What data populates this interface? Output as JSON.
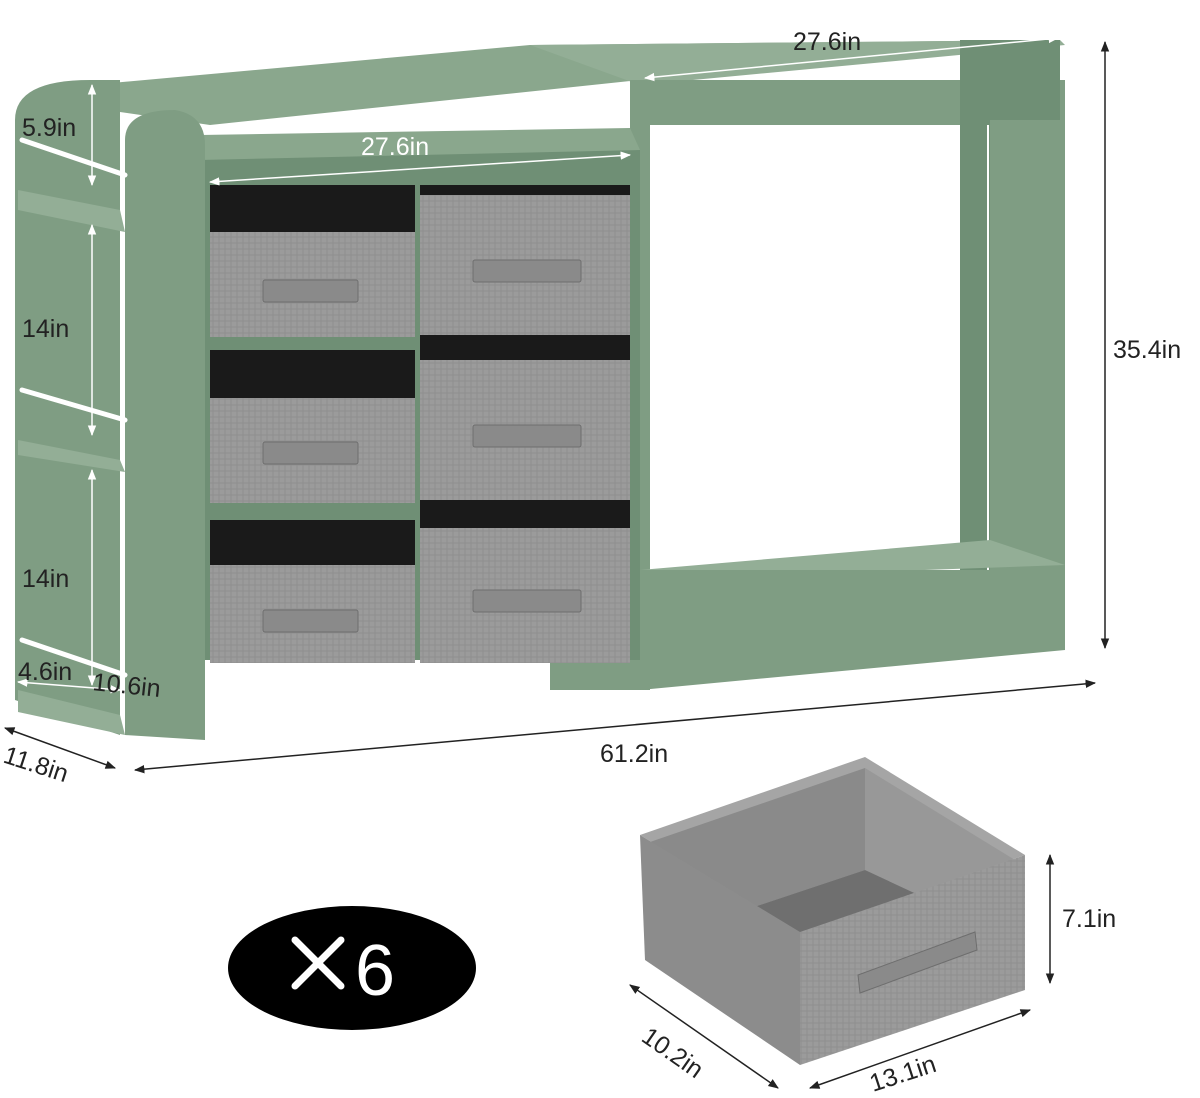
{
  "colors": {
    "frame": "#7f9d83",
    "frame_dark": "#6a8a70",
    "frame_light": "#93ae96",
    "fabric": "#9b9b9b",
    "fabric_dark": "#7e7e7e",
    "bin_inside": "#1a1a1a",
    "rod": "#ffffff",
    "badge": "#000000"
  },
  "icons": {
    "multiply": "multiply-sign-icon"
  },
  "dimensions": {
    "top_width_right": "27.6in",
    "top_width_left": "27.6in",
    "side_top_shelf": "5.9in",
    "side_middle_shelf": "14in",
    "side_bottom_shelf": "14in",
    "side_inner_depth": "4.6in",
    "side_outer_depth": "10.6in",
    "overall_depth": "11.8in",
    "overall_width": "61.2in",
    "overall_height": "35.4in",
    "bin_height": "7.1in",
    "bin_depth": "10.2in",
    "bin_width": "13.1in"
  },
  "quantity_badge": {
    "symbol": "×",
    "count": "6"
  }
}
